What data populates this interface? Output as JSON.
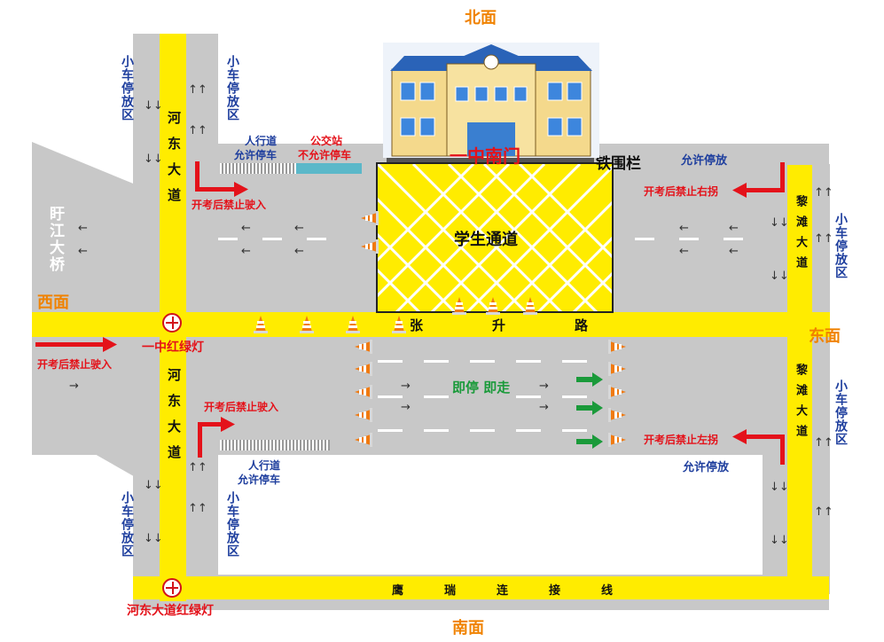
{
  "directions": {
    "north": "北面",
    "south": "南面",
    "east": "东面",
    "west": "西面"
  },
  "roads": {
    "hedong": "河东大道",
    "limtan": "黎滩大道",
    "zhangsheng": "张升路",
    "yingrui": "鹰瑞连接线",
    "bridge": "盱江大桥"
  },
  "lights": {
    "top": "一中红绿灯",
    "bottom": "河东大道红绿灯"
  },
  "school": {
    "gate": "一中南门",
    "fence": "铁围栏",
    "channel": "学生通道"
  },
  "parking": {
    "small_car": "小车停放区",
    "sidewalk_title": "人行道",
    "sidewalk_allow": "允许停车",
    "bus_title": "公交站",
    "bus_rule": "不允许停车",
    "allow_park": "允许停放"
  },
  "rules": {
    "no_entry": "开考后禁止驶入",
    "no_right": "开考后禁止右拐",
    "no_left": "开考后禁止左拐",
    "stop_go": "即停 即走"
  },
  "colors": {
    "road": "#c8c8c8",
    "lane_yellow": "#ffec00",
    "rule_red": "#e4121a",
    "direction_orange": "#f08200",
    "label_blue": "#1f3f9e"
  }
}
